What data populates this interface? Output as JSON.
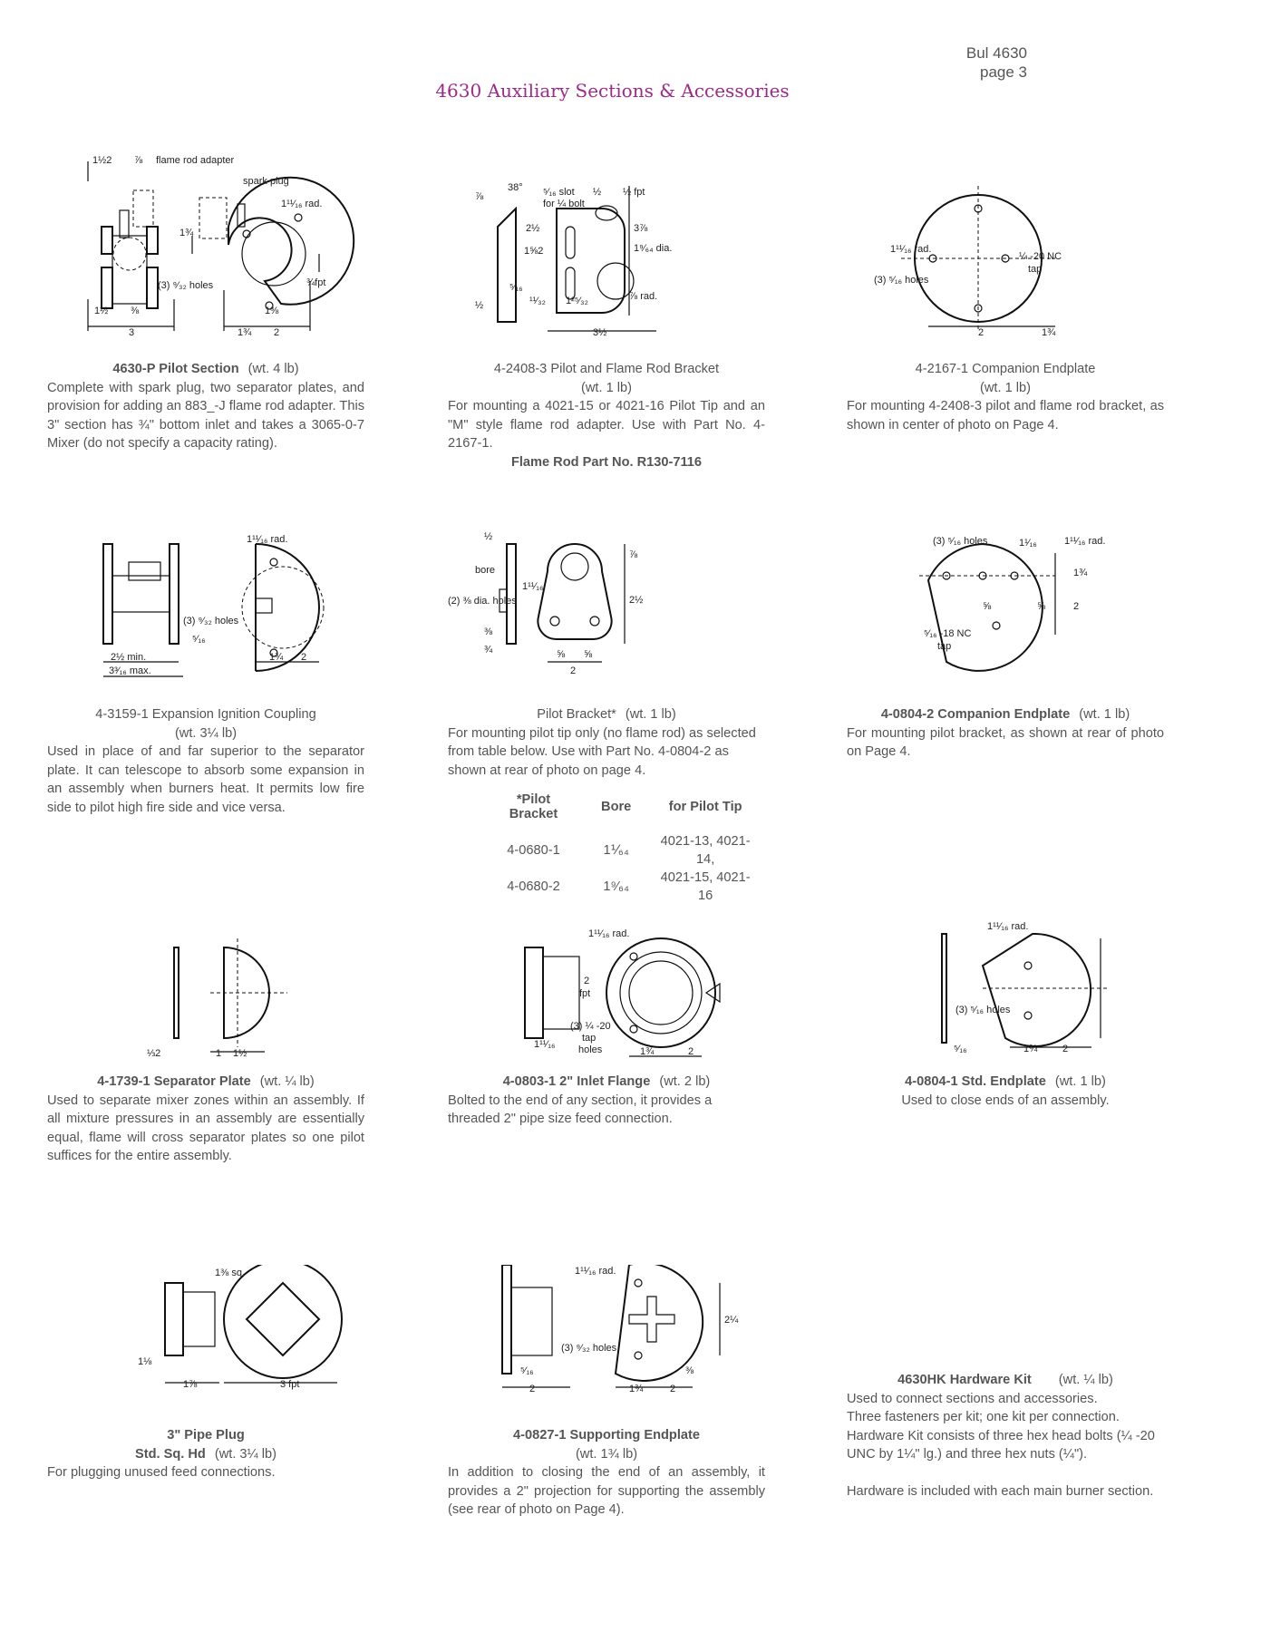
{
  "header": {
    "bulletin": "Bul 4630",
    "page": "page 3",
    "title": "4630 Auxiliary Sections & Accessories"
  },
  "items": [
    {
      "name": "4630-P Pilot Section",
      "weight": "(wt. 4 lb)",
      "desc": "Complete with spark plug, two separator plates, and provision for adding an 883_-J flame rod adapter. This 3\" section has ¾\" bottom inlet and takes a 3065-0-7 Mixer (do not specify a capacity rating).",
      "labels": [
        "1½2",
        "⅞",
        "flame rod adapter",
        "spark plug",
        "1¹¹⁄₁₆ rad.",
        "1¾",
        "(3) ⁹⁄₃₂ holes",
        "¾fpt",
        "1½",
        "⅜",
        "3",
        "1⅜",
        "1¾",
        "2"
      ]
    },
    {
      "name": "4-2408-3 Pilot and Flame Rod Bracket",
      "weight": "(wt. 1 lb)",
      "desc": "For mounting a 4021-15 or 4021-16 Pilot Tip and an \"M\" style flame rod adapter. Use with Part No. 4-2167-1.",
      "note": "Flame Rod Part No. R130-7116",
      "labels": [
        "38°",
        "⅞",
        "⁵⁄₁₆ slot",
        "for ¼ bolt",
        "½",
        "½ fpt",
        "2½",
        "1⅝2",
        "3⅞",
        "1⁹⁄₆₄ dia.",
        "⁵⁄₁₆",
        "½",
        "¹¹⁄₃₂",
        "1²⁵⁄₃₂",
        "⅞ rad.",
        "3½"
      ]
    },
    {
      "name": "4-2167-1 Companion Endplate",
      "weight": "(wt. 1 lb)",
      "desc": "For mounting 4-2408-3 pilot and flame rod bracket, as shown in center of photo on Page 4.",
      "labels": [
        "1¹¹⁄₁₆ rad.",
        "¼ -20 NC",
        "tap",
        "(3) ⁵⁄₁₆ holes",
        "2",
        "1¾"
      ]
    },
    {
      "name": "4-3159-1 Expansion Ignition Coupling",
      "weight": "(wt. 3¼ lb)",
      "desc": "Used in place of and far superior to the separator plate. It can telescope to absorb some expansion in an assembly when burners heat. It permits low fire side to pilot high fire side and vice versa.",
      "labels": [
        "1¹¹⁄₁₆ rad.",
        "(3) ⁹⁄₃₂ holes",
        "⁵⁄₁₆",
        "2½ min.",
        "3³⁄₁₆ max.",
        "1¾",
        "2"
      ]
    },
    {
      "name": "Pilot Bracket*",
      "weight": "(wt. 1 lb)",
      "desc": "For mounting pilot tip only (no flame rod) as selected from table below. Use with Part No. 4-0804-2 as shown at rear of photo on page 4.",
      "labels": [
        "½",
        "bore",
        "(2) ⅜ dia. holes",
        "1¹¹⁄₁₆",
        "⅜",
        "¾",
        "⅞",
        "2½",
        "⅝",
        "⅝",
        "2"
      ],
      "table": {
        "headers": [
          "*Pilot Bracket",
          "Bore",
          "for Pilot Tip"
        ],
        "rows": [
          [
            "4-0680-1",
            "1⅟₆₄",
            "4021-13, 4021-14,"
          ],
          [
            "4-0680-2",
            "1⁹⁄₆₄",
            "4021-15, 4021-16"
          ]
        ]
      }
    },
    {
      "name": "4-0804-2 Companion Endplate",
      "weight": "(wt. 1 lb)",
      "desc": "For mounting pilot bracket, as shown at rear of photo on Page 4.",
      "labels": [
        "(3) ⁵⁄₁₆ holes",
        "1¹⁄₁₆",
        "1¹¹⁄₁₆ rad.",
        "1¾",
        "⅝",
        "⅝",
        "2",
        "⁵⁄₁₆ -18 NC",
        "tap"
      ]
    },
    {
      "name": "4-1739-1 Separator Plate",
      "weight": "(wt. ¼ lb)",
      "desc": "Used to separate mixer zones within an assembly. If all mixture pressures in an assembly are essentially equal, flame will cross separator plates so one pilot suffices for the entire assembly.",
      "labels": [
        "⅓2",
        "1",
        "1½"
      ]
    },
    {
      "name": "4-0803-1 2\" Inlet Flange",
      "weight": "(wt. 2 lb)",
      "desc": "Bolted to the end of any section, it provides a threaded 2\" pipe size feed connection.",
      "labels": [
        "1¹¹⁄₁₆ rad.",
        "2",
        "fpt",
        "(3) ¼ -20",
        "tap",
        "holes",
        "1¹¹⁄₁₆",
        "1¾",
        "2"
      ]
    },
    {
      "name": "4-0804-1 Std. Endplate",
      "weight": "(wt. 1 lb)",
      "desc": "Used to close ends of an assembly.",
      "labels": [
        "1¹¹⁄₁₆ rad.",
        "(3) ⁵⁄₁₆ holes",
        "⁵⁄₁₆",
        "1¾",
        "2"
      ]
    },
    {
      "name": "3\" Pipe Plug",
      "name2": "Std. Sq. Hd",
      "weight": "(wt. 3¼ lb)",
      "desc": "For plugging unused feed connections.",
      "labels": [
        "1⅜ sq.",
        "1⅛",
        "1⅞",
        "3 fpt"
      ]
    },
    {
      "name": "4-0827-1 Supporting Endplate",
      "weight": "(wt. 1¾ lb)",
      "desc": "In addition to closing the end of an assembly, it provides a 2\" projection for supporting the assembly (see rear of photo on Page 4).",
      "labels": [
        "1¹¹⁄₁₆ rad.",
        "(3) ⁹⁄₃₂ holes",
        "⁵⁄₁₆",
        "2",
        "2¼",
        "⅜",
        "1¾",
        "2"
      ]
    },
    {
      "name": "4630HK Hardware Kit",
      "weight": "(wt. ¼ lb)",
      "desc": "Used to connect sections and accessories.",
      "desc2": "Three fasteners per kit; one kit per connection.",
      "desc3": "Hardware Kit consists of three hex head bolts (¼ -20 UNC by 1¼\" lg.) and three hex nuts (¼\").",
      "desc4": "Hardware is included with each main burner section."
    }
  ]
}
